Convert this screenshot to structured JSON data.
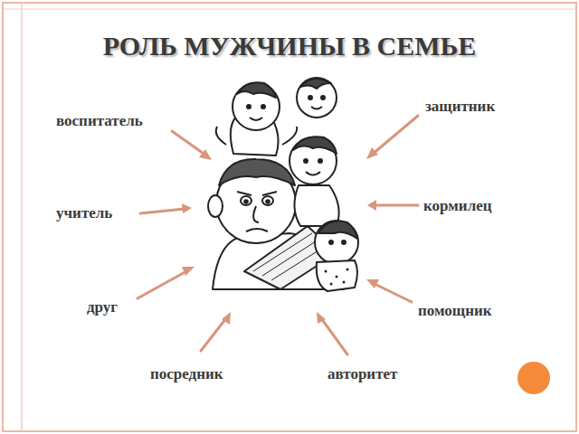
{
  "diagram": {
    "title": "РОЛЬ МУЖЧИНЫ В СЕМЬЕ",
    "labels": [
      "воспитатель",
      "защитник",
      "учитель",
      "кормилец",
      "друг",
      "помощник",
      "посредник",
      "авторитет"
    ]
  }
}
